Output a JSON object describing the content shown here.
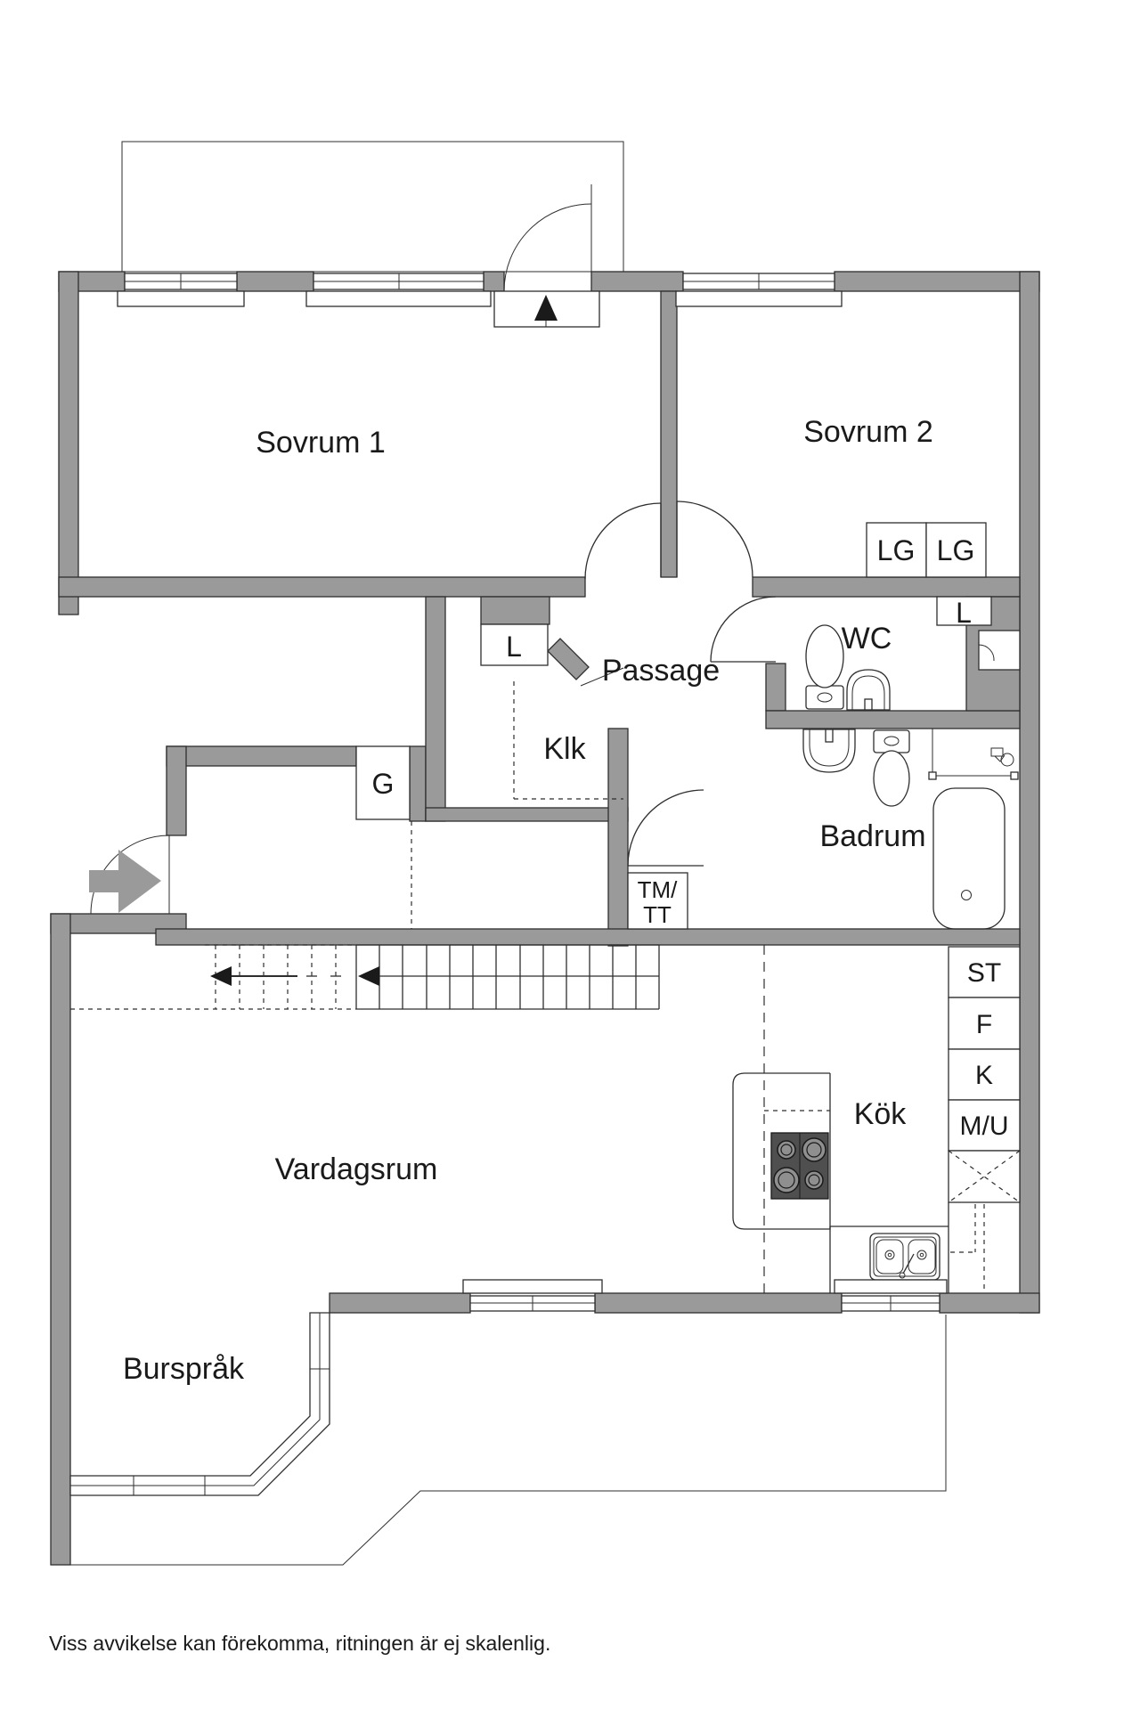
{
  "document": {
    "type": "apartment floor plan",
    "footnote": "Viss avvikelse kan förekomma, ritningen är ej skalenlig."
  },
  "rooms": {
    "sovrum1": "Sovrum 1",
    "sovrum2": "Sovrum 2",
    "wc": "WC",
    "passage": "Passage",
    "klk": "Klk",
    "badrum": "Badrum",
    "vardagsrum": "Vardagsrum",
    "kok": "Kök",
    "bursprak": "Burspråk"
  },
  "closets": {
    "lg1": "LG",
    "lg2": "LG",
    "l_hall": "L",
    "l_wc": "L",
    "g": "G",
    "tm_line1": "TM/",
    "tm_line2": "TT",
    "st": "ST",
    "f": "F",
    "k": "K",
    "mu": "M/U"
  },
  "colors": {
    "wall": "#9a9a9a",
    "line": "#2e2e2e",
    "background": "#ffffff",
    "stove": "#4f4f4f",
    "text": "#1a1a1a"
  }
}
